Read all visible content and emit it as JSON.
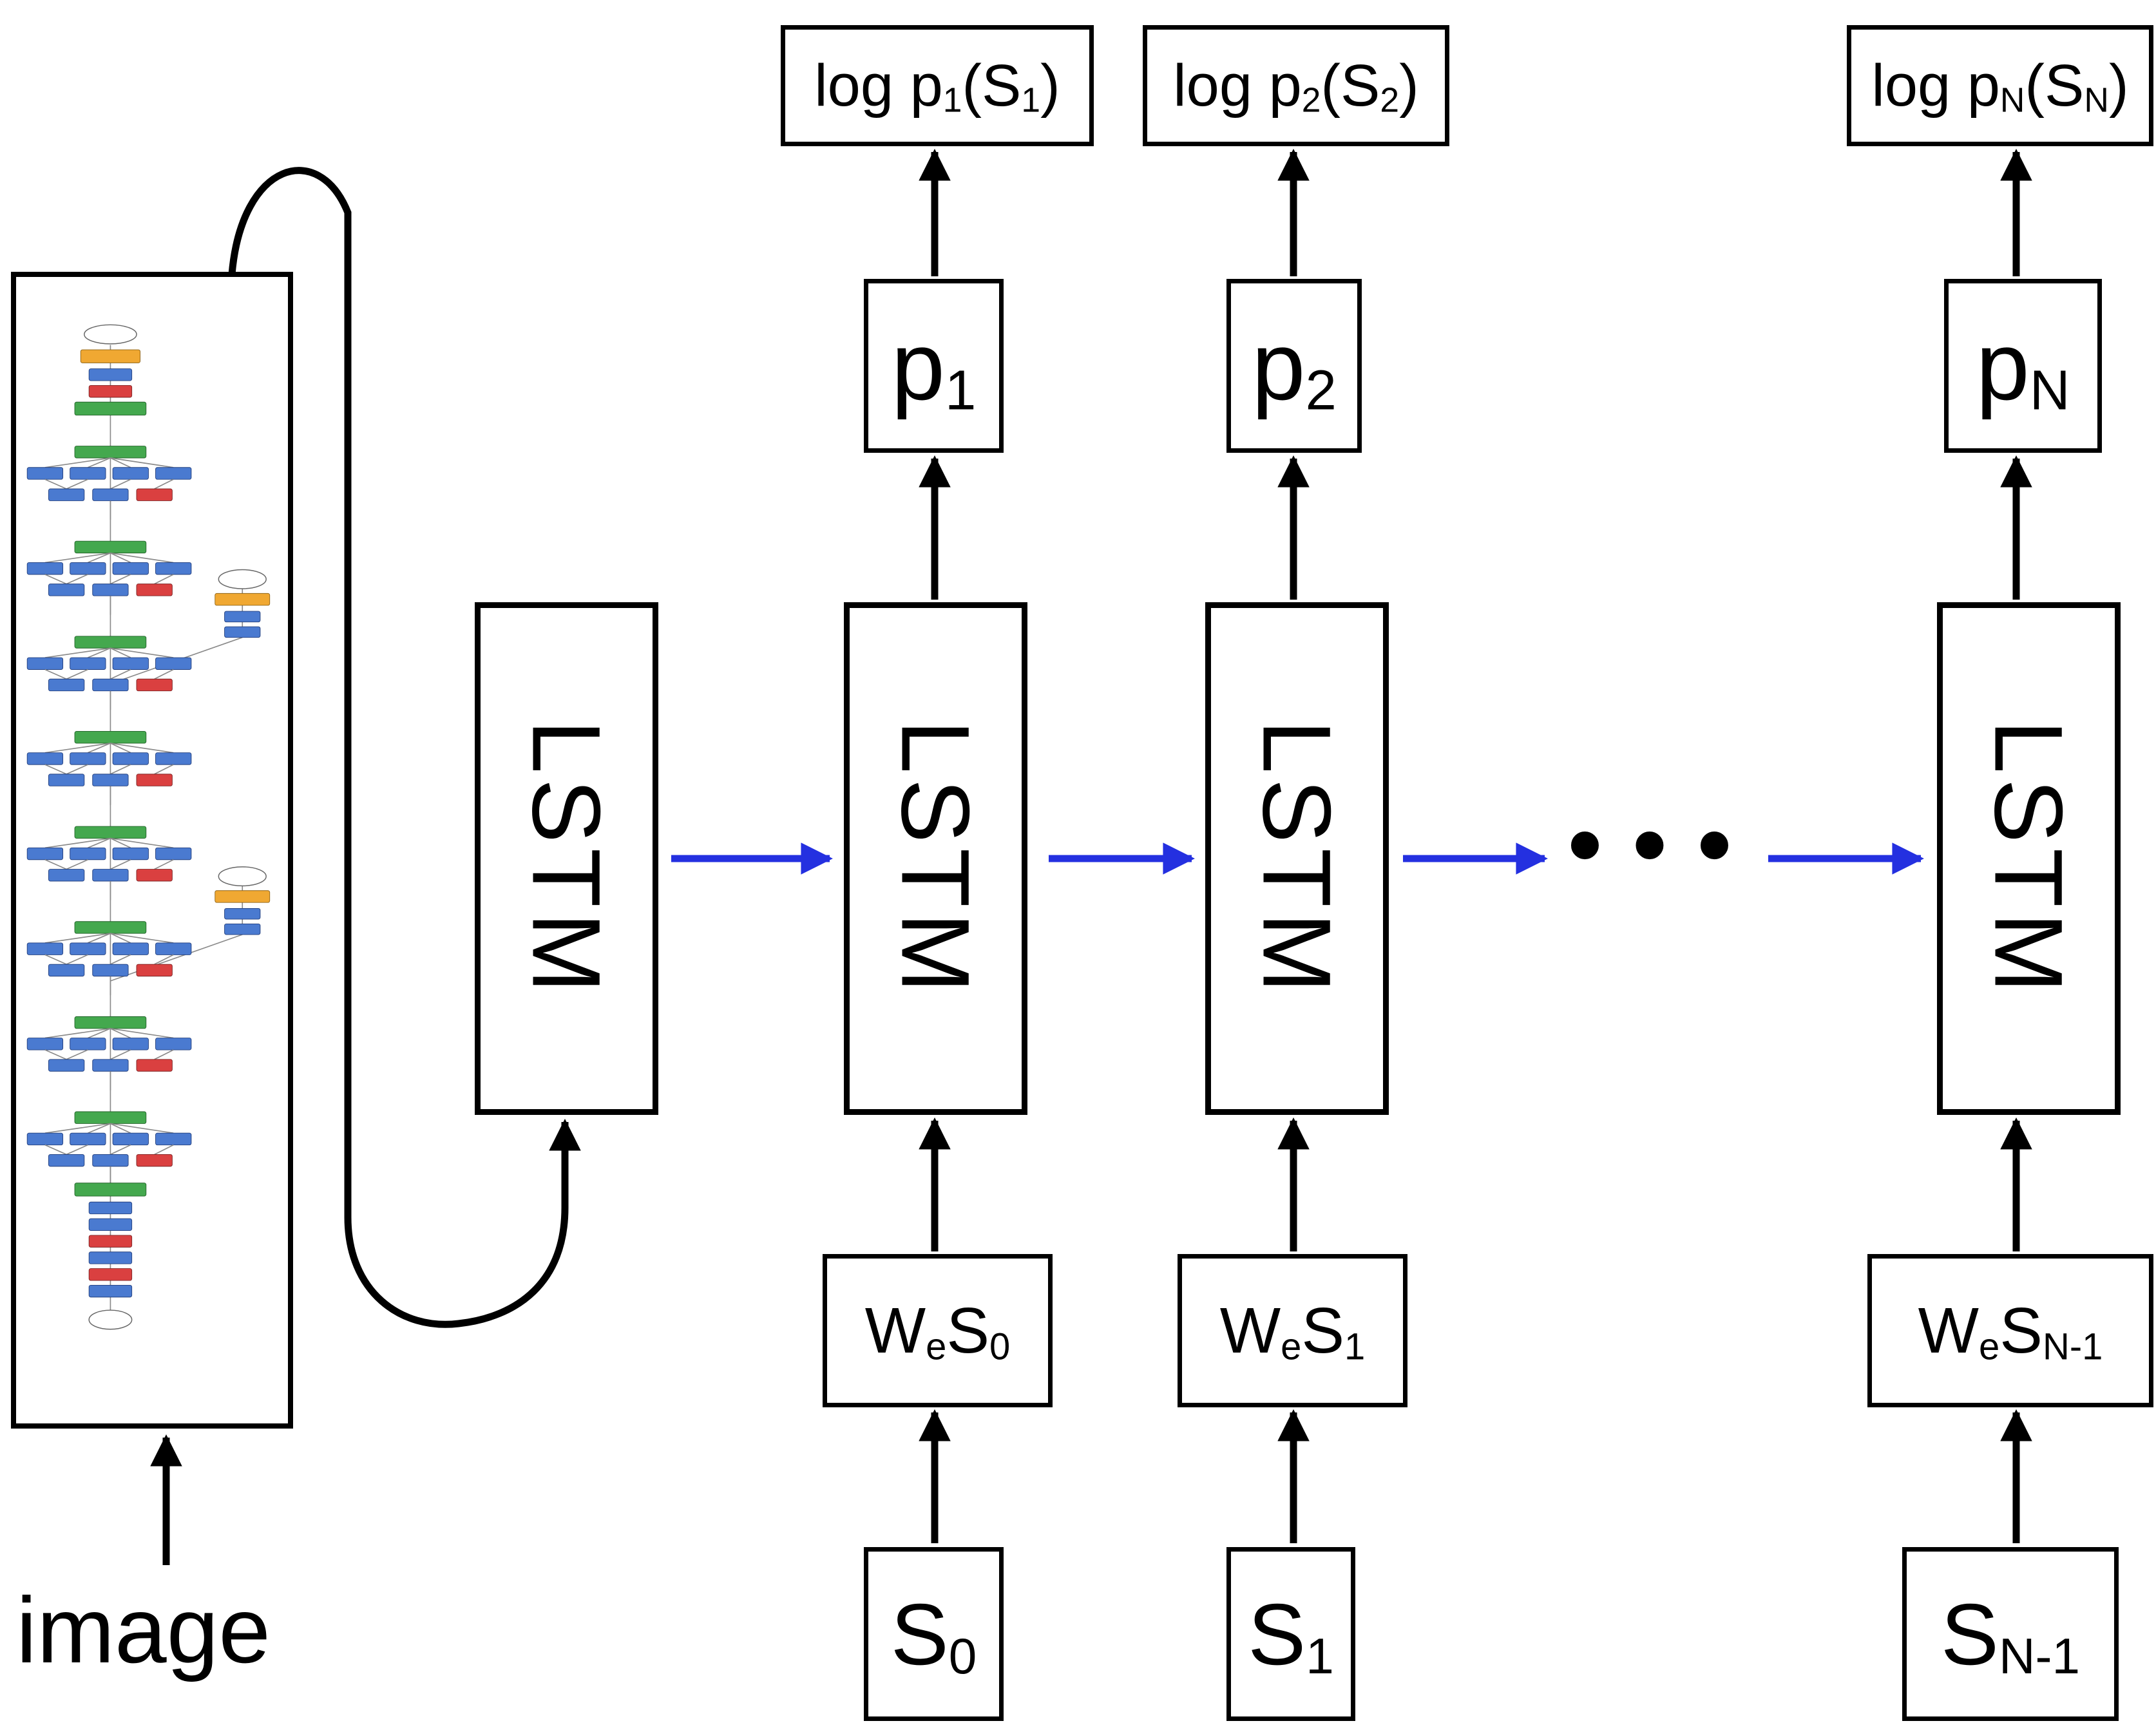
{
  "figure": {
    "image_label": "image",
    "ellipsis": "•••",
    "lstm": {
      "label": "LSTM"
    },
    "colors": {
      "box_border": "#000000",
      "arrow_black": "#000000",
      "arrow_blue": "#2430e0",
      "cnn_blue": "#4a7ad0",
      "cnn_red": "#da4040",
      "cnn_green": "#44a84e",
      "cnn_yellow": "#f0a832"
    },
    "icons": {
      "cnn": "googlenet-cnn-diagram"
    },
    "columns": [
      {
        "log": {
          "pre": "log p",
          "sub1": "1",
          "mid": "(S",
          "sub2": "1",
          "post": ")"
        },
        "p": {
          "base": "p",
          "sub": "1"
        },
        "we": {
          "w": "W",
          "e": "e",
          "s": "S",
          "sub": "0"
        },
        "s": {
          "base": "S",
          "sub": "0"
        }
      },
      {
        "log": {
          "pre": "log p",
          "sub1": "2",
          "mid": "(S",
          "sub2": "2",
          "post": ")"
        },
        "p": {
          "base": "p",
          "sub": "2"
        },
        "we": {
          "w": "W",
          "e": "e",
          "s": "S",
          "sub": "1"
        },
        "s": {
          "base": "S",
          "sub": "1"
        }
      },
      {
        "log": {
          "pre": "log p",
          "sub1": "N",
          "mid": "(S",
          "sub2": "N",
          "post": ")"
        },
        "p": {
          "base": "p",
          "sub": "N"
        },
        "we": {
          "w": "W",
          "e": "e",
          "s": "S",
          "sub": "N-1"
        },
        "s": {
          "base": "S",
          "sub": "N-1"
        }
      }
    ]
  }
}
